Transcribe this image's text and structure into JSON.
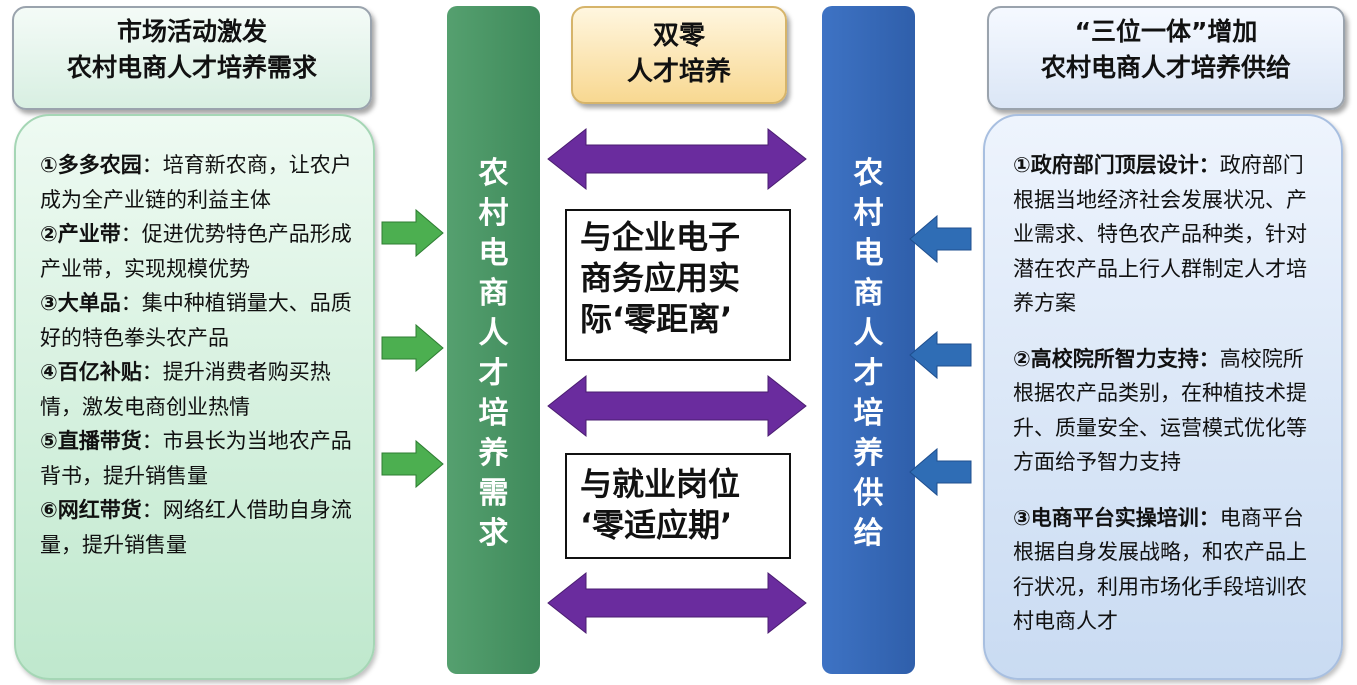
{
  "left_header": {
    "line1": "市场活动激发",
    "line2": "农村电商人才培养需求"
  },
  "center_header": {
    "line1": "双零",
    "line2": "人才培养"
  },
  "right_header": {
    "line1": "“三位一体”增加",
    "line2": "农村电商人才培养供给"
  },
  "left_column_chars": [
    "农",
    "村",
    "电",
    "商",
    "人",
    "才",
    "培",
    "养",
    "需",
    "求"
  ],
  "right_column_chars": [
    "农",
    "村",
    "电",
    "商",
    "人",
    "才",
    "培",
    "养",
    "供",
    "给"
  ],
  "center_boxes": {
    "box1": {
      "line1": "与企业电子",
      "line2": "商务应用实",
      "line3": "际‘零距离’"
    },
    "box2": {
      "line1": "与就业岗位",
      "line2": "‘零适应期’"
    }
  },
  "left_items": [
    {
      "title": "①多多农园",
      "sep": "：",
      "text": "培育新农商，让农户成为全产业链的利益主体"
    },
    {
      "title": "②产业带",
      "sep": "：",
      "text": "促进优势特色产品形成产业带，实现规模优势"
    },
    {
      "title": "③大单品",
      "sep": "：",
      "text": "集中种植销量大、品质好的特色拳头农产品"
    },
    {
      "title": "④百亿补贴",
      "sep": "：",
      "text": "提升消费者购买热情，激发电商创业热情"
    },
    {
      "title": "⑤直播带货",
      "sep": "：",
      "text": "市县长为当地农产品背书，提升销售量"
    },
    {
      "title": "⑥网红带货",
      "sep": "：",
      "text": "网络红人借助自身流量，提升销售量"
    }
  ],
  "right_items": [
    {
      "title": "①政府部门顶层设计：",
      "text": "政府部门根据当地经济社会发展状况、产业需求、特色农产品种类，针对潜在农产品上行人群制定人才培养方案"
    },
    {
      "title": "②高校院所智力支持：",
      "text": "高校院所根据农产品类别，在种植技术提升、质量安全、运营模式优化等方面给予智力支持"
    },
    {
      "title": "③电商平台实操培训：",
      "text": "电商平台根据自身发展战略，和农产品上行状况，利用市场化手段培训农村电商人才"
    }
  ],
  "colors": {
    "green_arrow": "#4caf50",
    "blue_arrow": "#2f6db5",
    "purple_arrow": "#6a2c9e",
    "green_column": "#4a9566",
    "blue_column": "#3568b8"
  }
}
